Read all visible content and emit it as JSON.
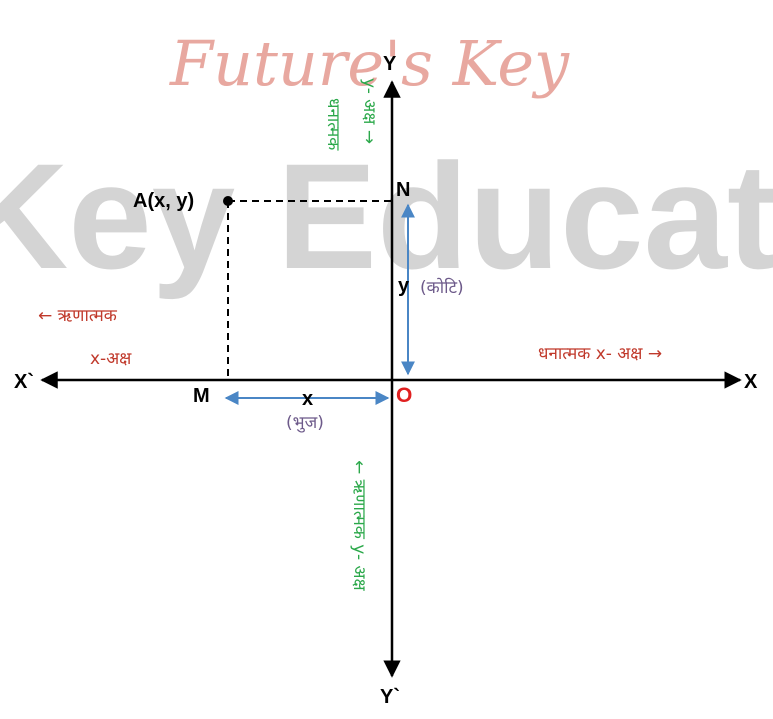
{
  "watermark": {
    "script_text": "Future's Key",
    "big_text": "Key Educat",
    "script_color": "#e8a8a0",
    "big_color": "#d4d4d4"
  },
  "colors": {
    "axis": "#000000",
    "arrow_blue": "#4a86c5",
    "red_label": "#c0392b",
    "green_label": "#2ba84a",
    "purple_label": "#6d5a8a",
    "origin": "#e02020"
  },
  "axes": {
    "x_pos": "X",
    "x_neg": "X`",
    "y_pos": "Y",
    "y_neg": "Y`",
    "origin": "O"
  },
  "points": {
    "a": "A(x, y)",
    "m": "M",
    "n": "N"
  },
  "distances": {
    "x_var": "x",
    "x_name": "(भुज)",
    "y_var": "y",
    "y_name": "(कोटि)"
  },
  "axis_labels": {
    "neg_x_line1": "← ऋणात्मक",
    "neg_x_line2": "x-अक्ष",
    "pos_x": "धनात्मक x- अक्ष →",
    "pos_y_line1": "धनात्मक",
    "pos_y_line2": "y- अक्ष →",
    "neg_y": "← ऋणात्मक y- अक्ष"
  }
}
